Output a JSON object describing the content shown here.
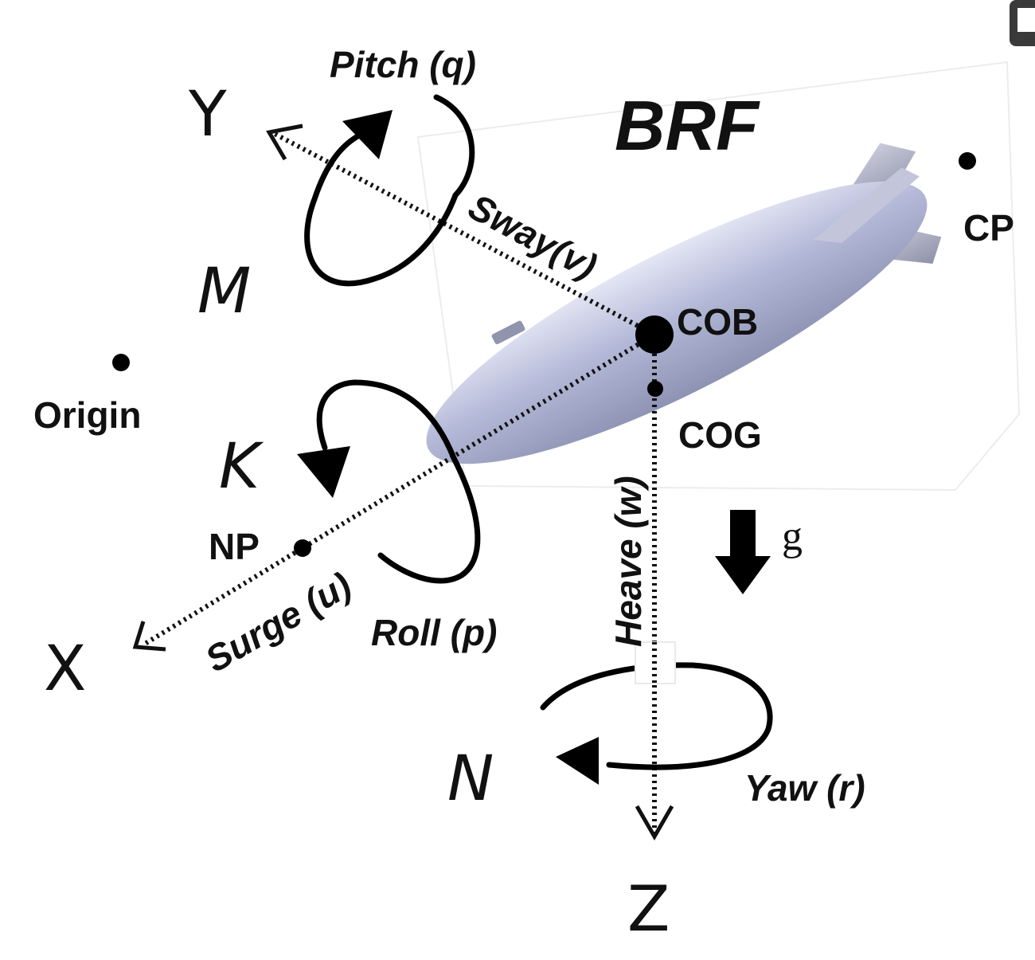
{
  "title": "BRF",
  "axes": {
    "x": "X",
    "y": "Y",
    "z": "Z"
  },
  "moments": {
    "roll": "K",
    "pitch": "M",
    "yaw": "N"
  },
  "motions": {
    "surge": "Surge (u)",
    "sway": "Sway(v)",
    "heave": "Heave (w)",
    "roll": "Roll (p)",
    "pitch": "Pitch (q)",
    "yaw": "Yaw (r)"
  },
  "points": {
    "origin": "Origin",
    "cob": "COB",
    "cog": "COG",
    "cp": "CP",
    "np": "NP"
  },
  "gravity": "g",
  "colors": {
    "airship_body": "#b4b9d8",
    "airship_shadow": "#8e93b3",
    "fin": "#a6a9bd",
    "ink": "#111111"
  }
}
